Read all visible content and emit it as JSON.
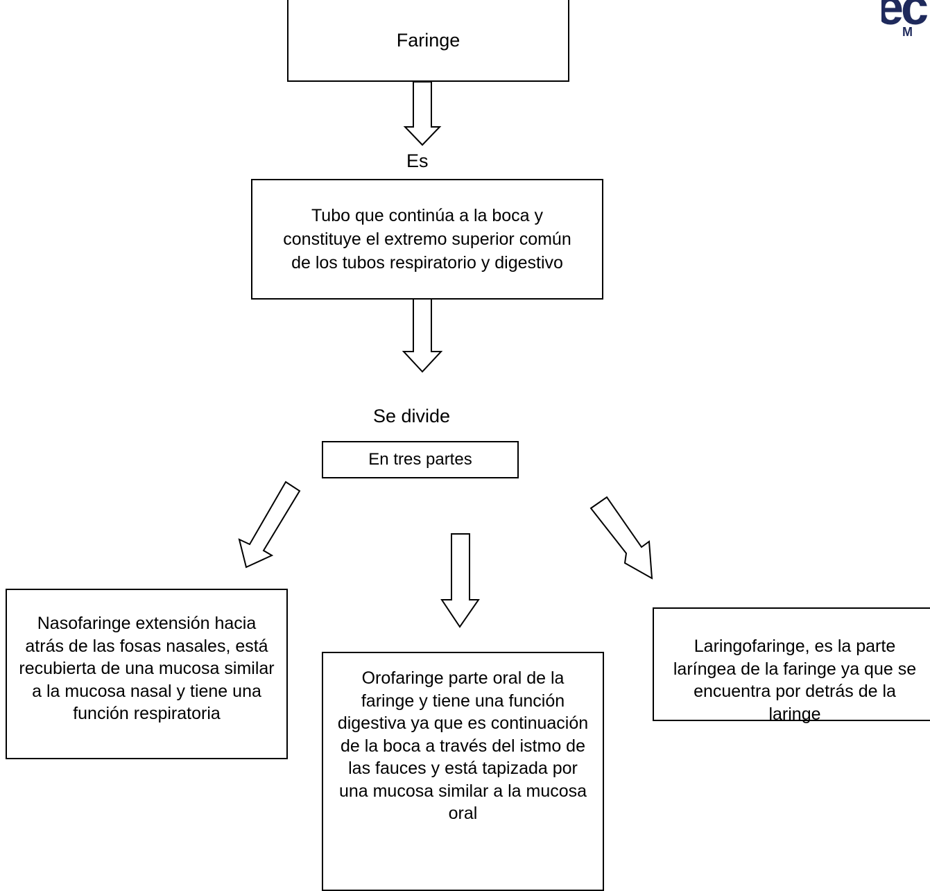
{
  "diagram": {
    "root": {
      "text": "Faringe"
    },
    "link_es": "Es",
    "definition": {
      "text": "Tubo que continúa a la boca y constituye el extremo superior común de los tubos respiratorio y digestivo"
    },
    "link_divide": "Se divide",
    "division": {
      "text": "En tres partes"
    },
    "parts": [
      {
        "text": "Nasofaringe extensión hacia atrás de las fosas nasales, está recubierta de una mucosa similar a la mucosa nasal y tiene una función respiratoria"
      },
      {
        "text": "Orofaringe parte oral de la faringe y tiene una función digestiva ya que es continuación de la boca a través del istmo de las fauces y está tapizada por una mucosa similar a la mucosa oral"
      },
      {
        "text": "Laringofaringe, es la parte laríngea de la faringe ya que se encuentra por detrás de la laringe"
      }
    ]
  },
  "logo": {
    "text": "ec",
    "subtext": "M",
    "color": "#1f2a5c"
  },
  "colors": {
    "stroke": "#000000",
    "fill": "#ffffff"
  }
}
